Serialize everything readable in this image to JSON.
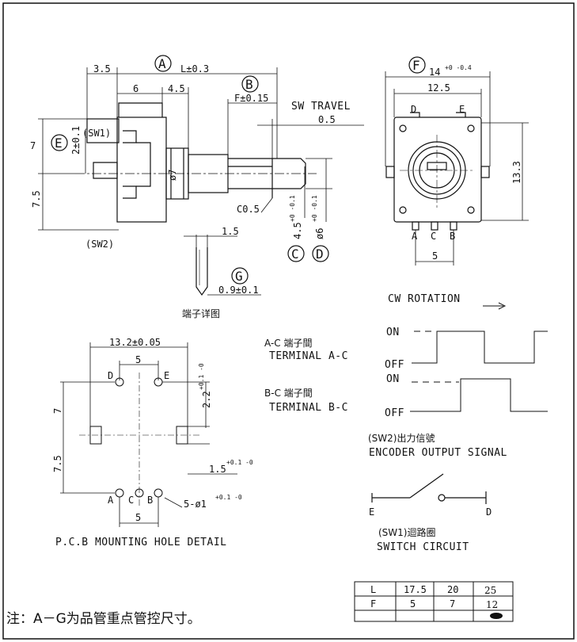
{
  "markers": {
    "A": "A",
    "B": "B",
    "C": "C",
    "D": "D",
    "E": "E",
    "F": "F",
    "G": "G"
  },
  "side_view": {
    "dim_3_5": "3.5",
    "dim_L": "L±0.3",
    "dim_6": "6",
    "dim_4_5": "4.5",
    "dim_F": "F±0.15",
    "sw_travel_label": "SW TRAVEL",
    "sw_travel_value": "0.5",
    "sw1_label": "(SW1)",
    "dim_7": "7",
    "dim_2": "2±0.1",
    "dim_7_5": "7.5",
    "dim_phi7": "ø7",
    "chamfer": "C0.5",
    "dim_4_5_shaft": "4.5",
    "dim_4_5_tol": "+0 -0.1",
    "dim_phi6": "ø6",
    "dim_phi6_tol": "+0 -0.1",
    "sw2_label": "(SW2)",
    "terminal_width": "1.5",
    "terminal_thickness": "0.9±0.1",
    "terminal_detail": "端子详图"
  },
  "top_view": {
    "dim_14": "14",
    "dim_14_tol": "+0 -0.4",
    "dim_12_5": "12.5",
    "dim_13_3": "13.3",
    "pin_D": "D",
    "pin_E": "E",
    "pin_A": "A",
    "pin_C": "C",
    "pin_B": "B",
    "dim_5": "5"
  },
  "pcb": {
    "dim_13_2": "13.2±0.05",
    "dim_5_top": "5",
    "pin_D": "D",
    "pin_E": "E",
    "dim_2_2": "2.2",
    "dim_2_2_tol": "+0.1 -0",
    "dim_7": "7",
    "dim_7_5": "7.5",
    "dim_1_5": "1.5",
    "dim_1_5_tol": "+0.1 -0",
    "pin_A": "A",
    "pin_C": "C",
    "pin_B": "B",
    "holes": "5-ø1",
    "holes_tol": "+0.1 -0",
    "dim_5_bottom": "5",
    "caption": "P.C.B MOUNTING HOLE DETAIL"
  },
  "signal": {
    "cw_rotation": "CW ROTATION",
    "ac_title": "A-C 端子間",
    "ac_terminal": "TERMINAL A-C",
    "bc_title": "B-C 端子間",
    "bc_terminal": "TERMINAL B-C",
    "on": "ON",
    "off": "OFF",
    "sw2_title": "(SW2)出力信號",
    "caption": "ENCODER OUTPUT SIGNAL"
  },
  "switch": {
    "pin_E": "E",
    "pin_D": "D",
    "sw1_title": "(SW1)迴路圈",
    "caption": "SWITCH CIRCUIT"
  },
  "table": {
    "rows": [
      {
        "label": "L",
        "values": [
          "17.5",
          "20",
          "25"
        ]
      },
      {
        "label": "F",
        "values": [
          "5",
          "7",
          "12"
        ]
      }
    ]
  },
  "footnote": "注：A－G为品管重点管控尺寸。"
}
